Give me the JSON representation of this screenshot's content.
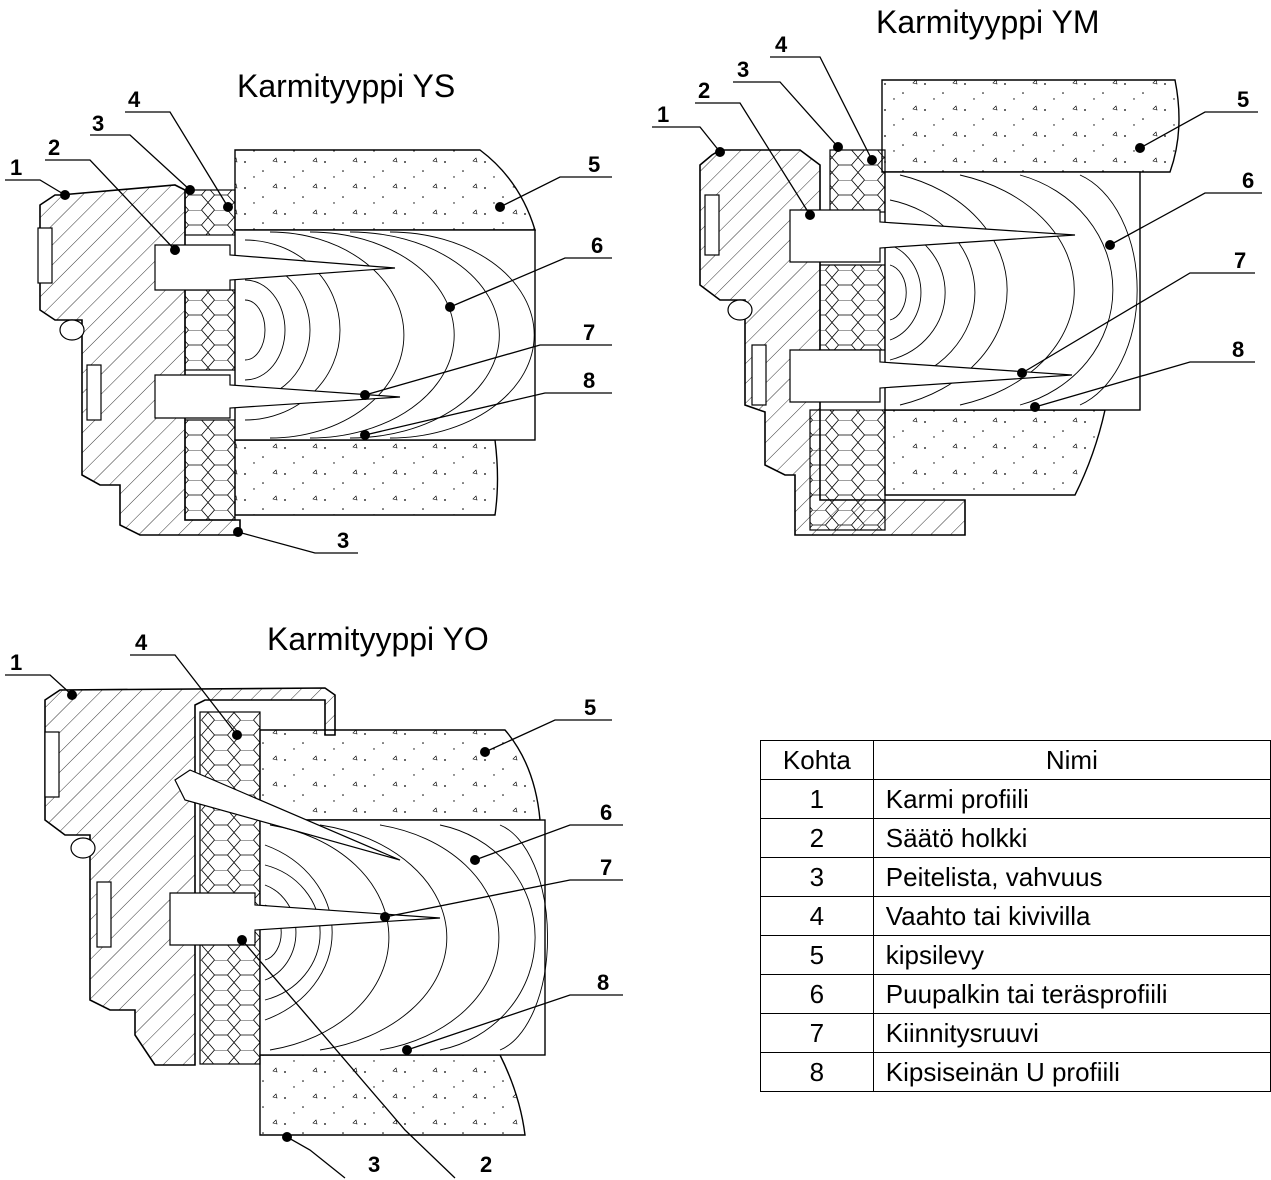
{
  "diagrams": [
    {
      "title": "Karmityyppi YS",
      "labels": [
        "1",
        "2",
        "3",
        "4",
        "5",
        "6",
        "7",
        "8",
        "3"
      ]
    },
    {
      "title": "Karmityyppi YM",
      "labels": [
        "1",
        "2",
        "3",
        "4",
        "5",
        "6",
        "7",
        "8"
      ]
    },
    {
      "title": "Karmityyppi YO",
      "labels": [
        "1",
        "4",
        "5",
        "6",
        "7",
        "8",
        "3",
        "2"
      ]
    }
  ],
  "legend": {
    "headers": [
      "Kohta",
      "Nimi"
    ],
    "rows": [
      {
        "kohta": "1",
        "nimi": "Karmi profiili"
      },
      {
        "kohta": "2",
        "nimi": "Säätö holkki"
      },
      {
        "kohta": "3",
        "nimi": "Peitelista, vahvuus"
      },
      {
        "kohta": "4",
        "nimi": "Vaahto tai kivivilla"
      },
      {
        "kohta": "5",
        "nimi": "kipsilevy"
      },
      {
        "kohta": "6",
        "nimi": "Puupalkin tai teräsprofiili"
      },
      {
        "kohta": "7",
        "nimi": "Kiinnitysruuvi"
      },
      {
        "kohta": "8",
        "nimi": "Kipsiseinän U profiili"
      }
    ]
  }
}
